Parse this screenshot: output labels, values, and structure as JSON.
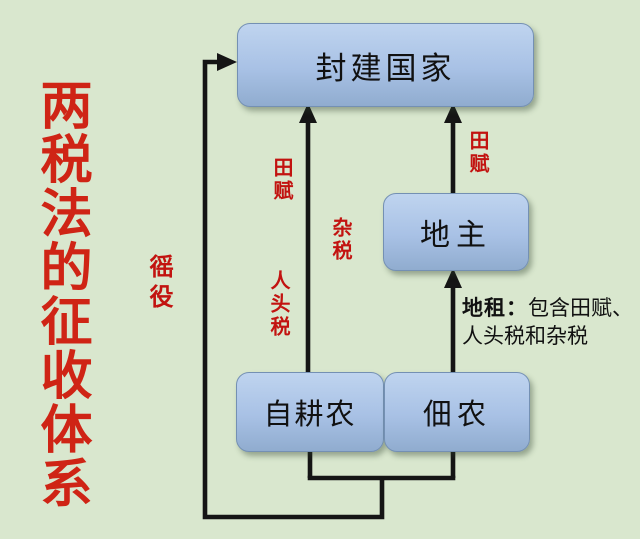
{
  "title": {
    "text": "两税法的征收体系"
  },
  "nodes": {
    "state": {
      "label": "封建国家"
    },
    "landlord": {
      "label": "地主"
    },
    "owner_farmer": {
      "label": "自耕农"
    },
    "tenant_farmer": {
      "label": "佃农"
    }
  },
  "edge_labels": {
    "tianfu_from_owner_farmer": "田赋",
    "zashui": "杂税",
    "rentoushui": "人头税",
    "tianfu_from_landlord": "田赋",
    "yaoyi": "徭役",
    "dizu_term": "地租：",
    "dizu_desc_line1": "包含田赋、",
    "dizu_desc_line2": "人头税和杂税"
  },
  "colors": {
    "page-bg": "#d9e7ce",
    "title-red": "#cf2415",
    "label-red": "#c21310",
    "line-black": "#151515",
    "node-fill-top": "#bfd4ef",
    "node-fill-mid": "#a8c1e5",
    "node-fill-bottom": "#90accf",
    "node-border": "#7490b3",
    "node-text": "#111111",
    "annotation-text": "#111111"
  }
}
